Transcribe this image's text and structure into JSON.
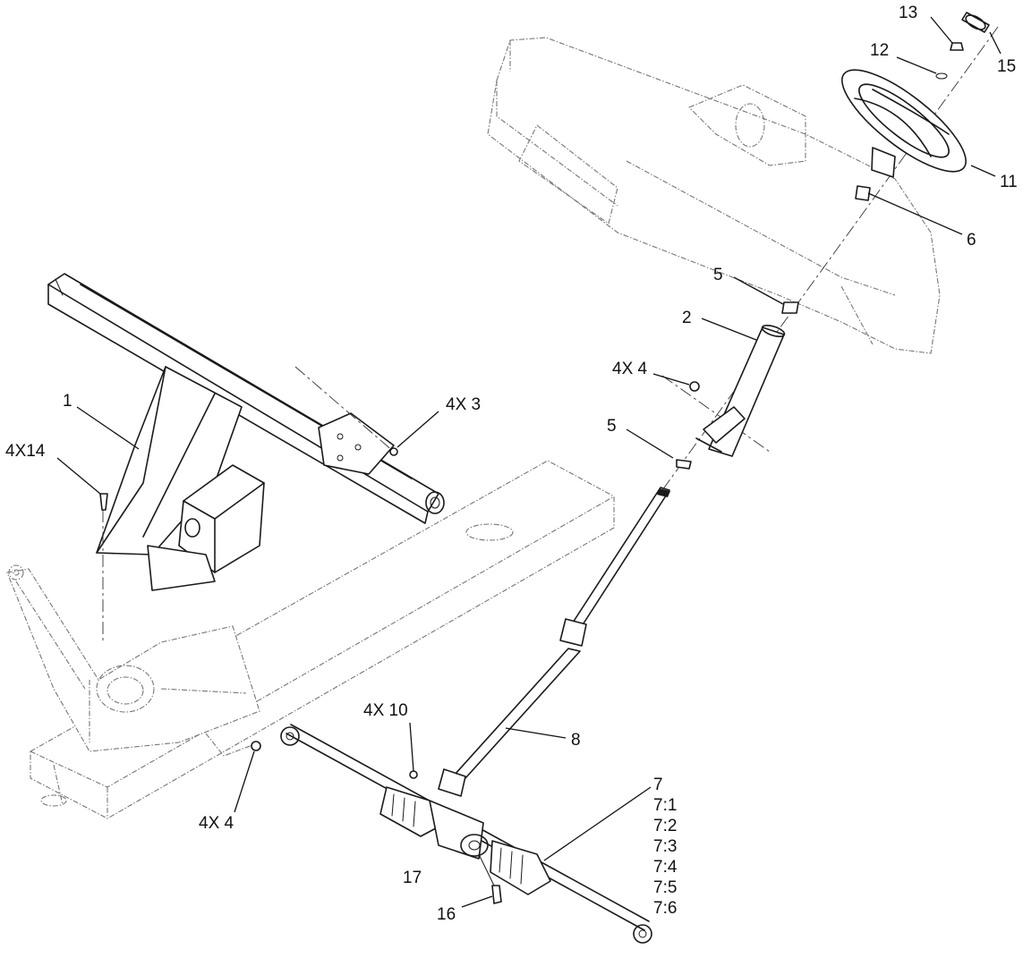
{
  "callouts": {
    "c1": "1",
    "c2": "2",
    "c4x3": "4X 3",
    "c4x4_upper": "4X 4",
    "c4x4_lower": "4X 4",
    "c5_upper": "5",
    "c5_lower": "5",
    "c6": "6",
    "c7": "7",
    "c7_1": "7:1",
    "c7_2": "7:2",
    "c7_3": "7:3",
    "c7_4": "7:4",
    "c7_5": "7:5",
    "c7_6": "7:6",
    "c8": "8",
    "c4x10": "4X 10",
    "c11": "11",
    "c12": "12",
    "c13": "13",
    "c4x14": "4X14",
    "c15": "15",
    "c16": "16",
    "c17": "17"
  }
}
